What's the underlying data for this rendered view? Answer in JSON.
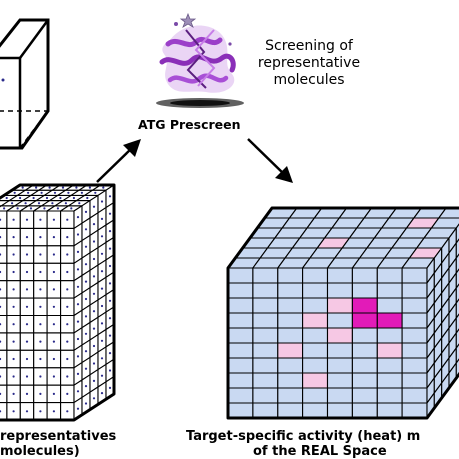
{
  "labels": {
    "screening": "Screening of representative molecules",
    "prescreen": "ATG Prescreen",
    "left_caption_line1": "representatives",
    "left_caption_line2": "molecules)",
    "right_caption_line1": "Target-specific activity (heat) m",
    "right_caption_line2": "of the REAL Space"
  },
  "colors": {
    "cell_blue": "#c9d9f2",
    "hot": "#e21bb8",
    "warm": "#f6c8e4",
    "protein": "#9b3fc9",
    "cube_left_fill": "#ffffff",
    "dot": "#2a2a8a"
  },
  "icons": {
    "protein": "protein-structure-icon",
    "arrow_up": "arrow-up-right-icon",
    "arrow_down": "arrow-down-right-icon"
  }
}
